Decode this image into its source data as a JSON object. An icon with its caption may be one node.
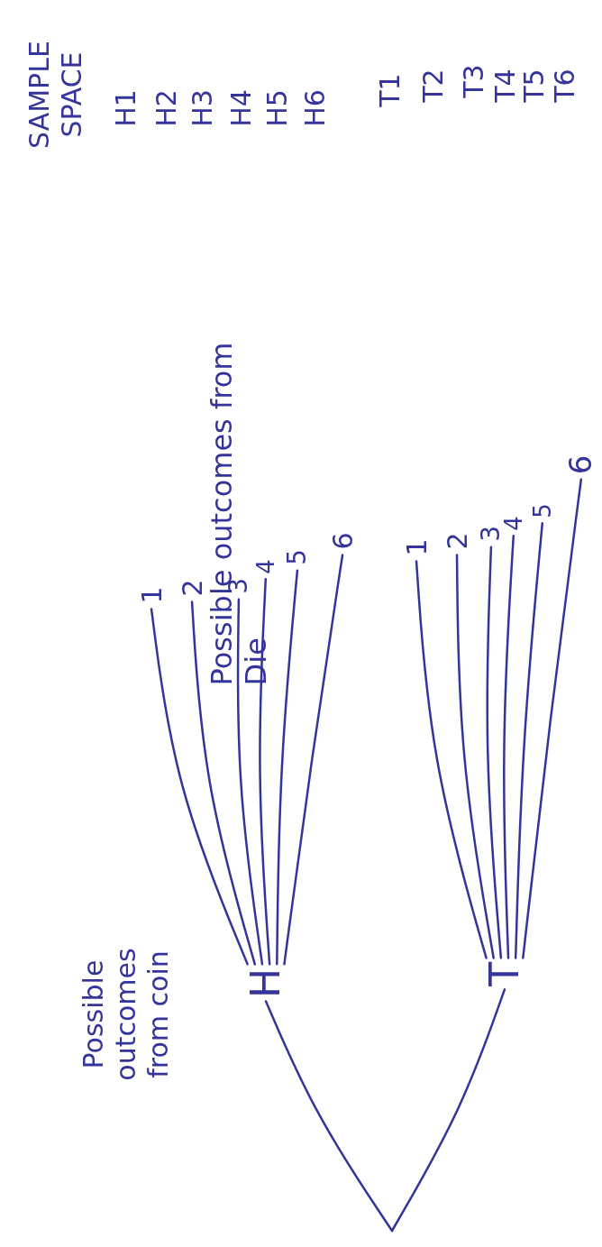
{
  "diagram": {
    "nodes": [
      {
        "text": [
          "H"
        ]
      },
      {
        "text": [
          "T"
        ]
      },
      {
        "text": [
          "1"
        ]
      },
      {
        "text": [
          "2"
        ]
      },
      {
        "text": [
          "3"
        ]
      },
      {
        "text": [
          "4"
        ]
      },
      {
        "text": [
          "5"
        ]
      },
      {
        "text": [
          "6"
        ]
      },
      {
        "text": [
          "1"
        ]
      },
      {
        "text": [
          "2"
        ]
      },
      {
        "text": [
          "3"
        ]
      },
      {
        "text": [
          "4"
        ]
      },
      {
        "text": [
          "5"
        ]
      },
      {
        "text": [
          "6"
        ]
      }
    ],
    "edges": [
      {
        "from": null,
        "to": 0,
        "arrow": "none"
      },
      {
        "from": null,
        "to": 1,
        "arrow": "none"
      },
      {
        "from": 0,
        "to": 2,
        "arrow": "none"
      },
      {
        "from": 0,
        "to": 3,
        "arrow": "none"
      },
      {
        "from": 0,
        "to": 4,
        "arrow": "none"
      },
      {
        "from": 0,
        "to": 5,
        "arrow": "none"
      },
      {
        "from": 0,
        "to": 6,
        "arrow": "none"
      },
      {
        "from": 0,
        "to": 7,
        "arrow": "none"
      },
      {
        "from": 1,
        "to": 8,
        "arrow": "none"
      },
      {
        "from": 1,
        "to": 9,
        "arrow": "none"
      },
      {
        "from": 1,
        "to": 10,
        "arrow": "none"
      },
      {
        "from": 1,
        "to": 11,
        "arrow": "none"
      },
      {
        "from": 1,
        "to": 12,
        "arrow": "none"
      },
      {
        "from": 1,
        "to": 13,
        "arrow": "none"
      }
    ],
    "labels": [
      "Possible outcomes from coin",
      "Possible outcomes from Die",
      "SAMPLE SPACE",
      "H1",
      "H2",
      "H3",
      "H4",
      "H5",
      "H6",
      "T1",
      "T2",
      "T3",
      "T4",
      "T5",
      "T6"
    ]
  }
}
